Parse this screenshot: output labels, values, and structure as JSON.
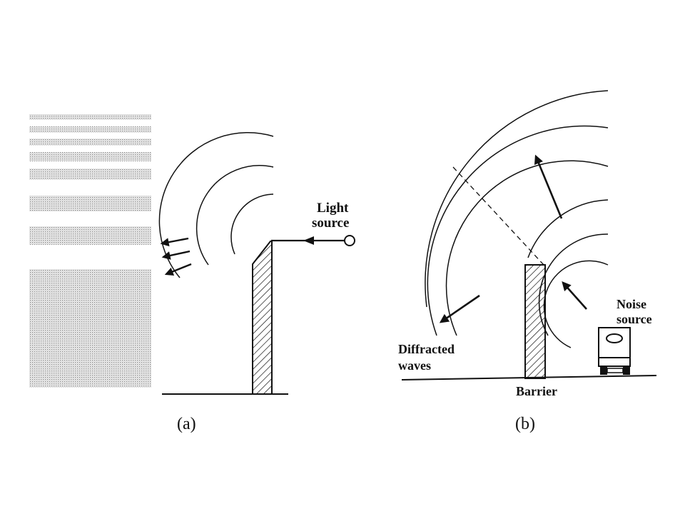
{
  "panel_a": {
    "caption": "(a)",
    "source_label_line1": "Light",
    "source_label_line2": "source"
  },
  "panel_b": {
    "caption": "(b)",
    "noise_label_line1": "Noise",
    "noise_label_line2": "source",
    "diffracted_label_line1": "Diffracted",
    "diffracted_label_line2": "waves",
    "barrier_label": "Barrier"
  }
}
